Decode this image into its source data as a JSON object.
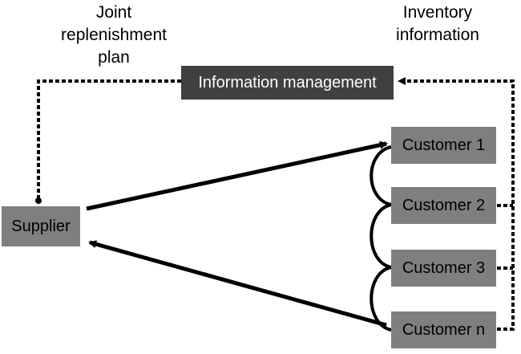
{
  "labels": {
    "joint_plan": [
      "Joint",
      "replenishment",
      "plan"
    ],
    "inventory_info": [
      "Inventory",
      "information"
    ]
  },
  "nodes": {
    "info_mgmt": "Information management",
    "supplier": "Supplier",
    "customer_1": "Customer 1",
    "customer_2": "Customer 2",
    "customer_3": "Customer 3",
    "customer_n": "Customer n"
  },
  "colors": {
    "customer_box": "#7f7f7f",
    "supplier_box": "#7f7f7f",
    "info_box": "#404040",
    "info_text": "#ffffff",
    "line": "#000000"
  }
}
